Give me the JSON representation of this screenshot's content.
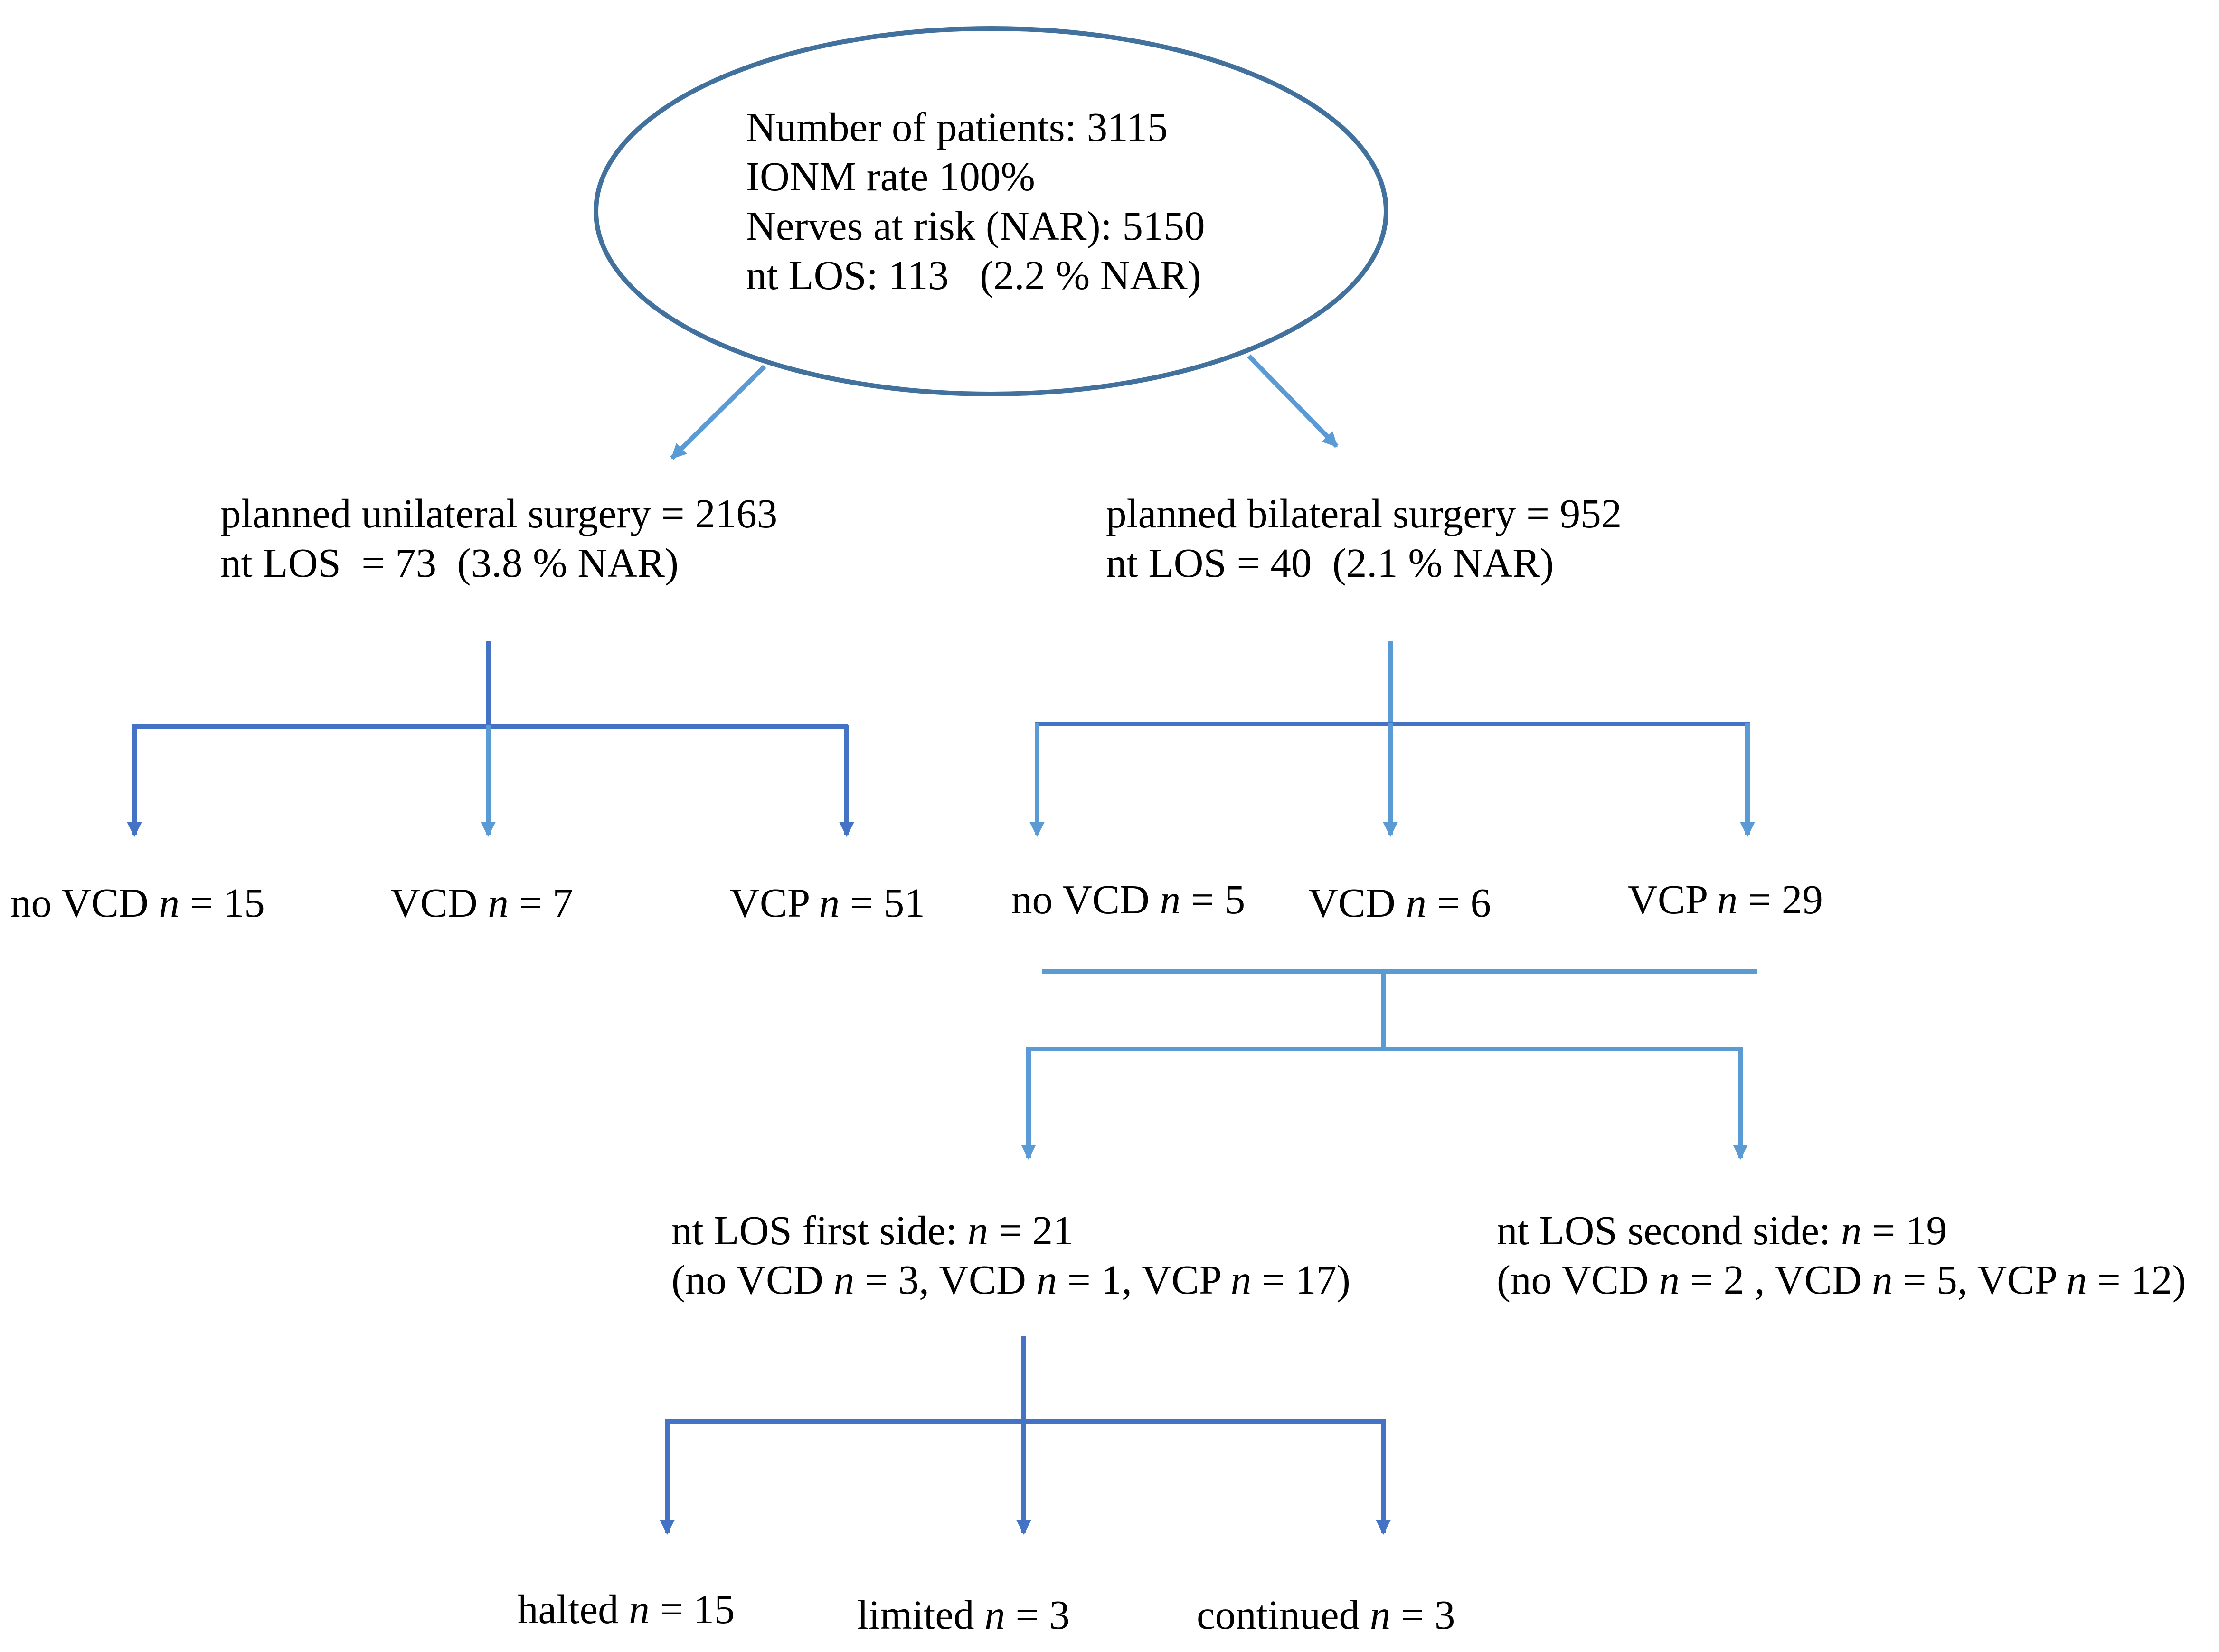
{
  "root": {
    "line1": "Number of patients: 3115",
    "line2": "IONM rate 100%",
    "line3": "Nerves at risk (NAR): 5150",
    "line4": "nt LOS: 113   (2.2 % NAR)"
  },
  "unilateral": {
    "line1": "planned unilateral surgery = 2163",
    "line2": "nt LOS  = 73  (3.8 % NAR)",
    "outcomes": [
      {
        "label": "no VCD",
        "n_sym": "n",
        "value": " = 15"
      },
      {
        "label": "VCD",
        "n_sym": "n",
        "value": " = 7"
      },
      {
        "label": "VCP",
        "n_sym": "n",
        "value": " = 51"
      }
    ]
  },
  "bilateral": {
    "line1": "planned bilateral surgery = 952",
    "line2": "nt LOS = 40  (2.1 % NAR)",
    "outcomes": [
      {
        "label": "no VCD",
        "n_sym": "n",
        "value": " = 5"
      },
      {
        "label": "VCD",
        "n_sym": "n",
        "value": " = 6"
      },
      {
        "label": "VCP",
        "n_sym": "n",
        "value": " = 29"
      }
    ]
  },
  "first_side": {
    "title_pre": "nt LOS first side: ",
    "title_val": " = 21",
    "detail": [
      {
        "pre": "(no VCD ",
        "val": " = 3, "
      },
      {
        "pre": "VCD ",
        "val": " = 1, "
      },
      {
        "pre": "VCP ",
        "val": " = 17)"
      }
    ]
  },
  "second_side": {
    "title_pre": "nt LOS second side: ",
    "title_val": " = 19",
    "detail": [
      {
        "pre": "(no VCD ",
        "val": " = 2 , "
      },
      {
        "pre": "VCD ",
        "val": " = 5, "
      },
      {
        "pre": "VCP ",
        "val": " = 12)"
      }
    ]
  },
  "first_side_outcomes": [
    {
      "label": "halted",
      "n_sym": "n",
      "value": " = 15"
    },
    {
      "label": "limited",
      "n_sym": "n",
      "value": " = 3"
    },
    {
      "label": "continued",
      "n_sym": "n",
      "value": " = 3"
    }
  ],
  "colors": {
    "dark_blue": "#4472C4",
    "light_blue": "#5B9BD5",
    "ellipse_stroke": "#41719C"
  }
}
